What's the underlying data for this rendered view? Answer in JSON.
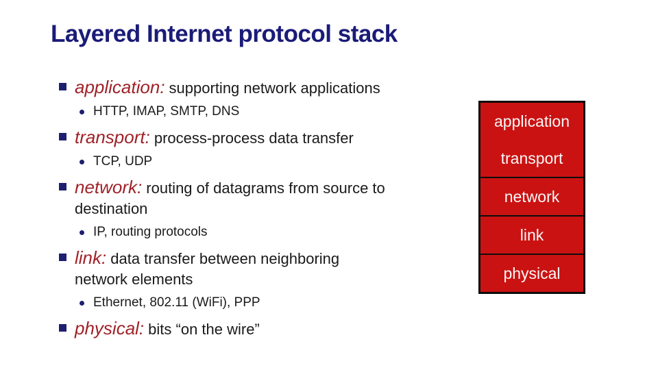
{
  "slide": {
    "title": "Layered Internet protocol stack",
    "bullets": [
      {
        "term": "application:",
        "desc": "supporting network applications",
        "sub": "HTTP, IMAP, SMTP, DNS"
      },
      {
        "term": "transport:",
        "desc": "process-process data transfer",
        "sub": "TCP, UDP"
      },
      {
        "term": "network:",
        "desc": "routing of datagrams from source to\ndestination",
        "sub": "IP, routing protocols"
      },
      {
        "term": "link:",
        "desc": "data transfer between neighboring\nnetwork elements",
        "sub": "Ethernet, 802.11 (WiFi), PPP"
      },
      {
        "term": "physical:",
        "desc": "bits “on the wire”"
      }
    ],
    "stack_layers": [
      "application",
      "transport",
      "network",
      "link",
      "physical"
    ],
    "colors": {
      "title_navy": "#1B1B78",
      "term_red": "#A02228",
      "bullet_navy": "#1F1F70",
      "stack_red": "#CB1212",
      "stack_text": "#F8F8F8",
      "border_black": "#0D0D0D",
      "body_text": "#1A1A1A"
    }
  }
}
